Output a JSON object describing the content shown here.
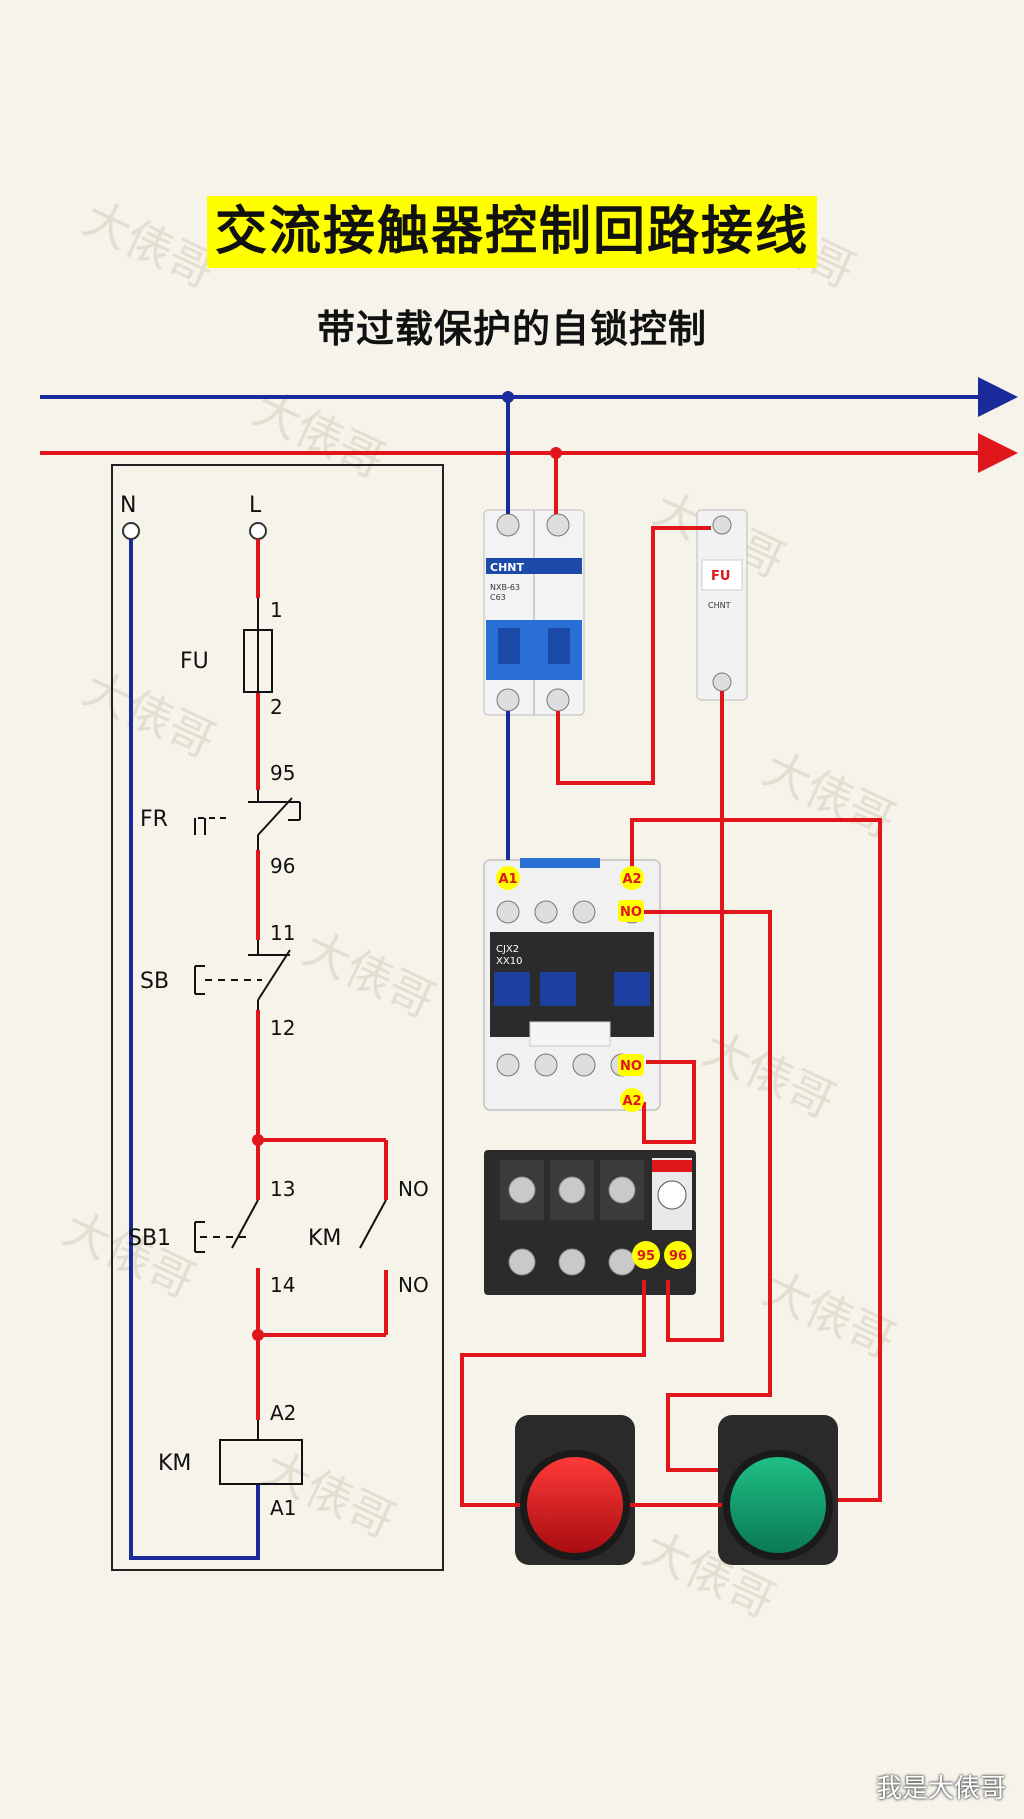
{
  "header": {
    "title": "交流接触器控制回路接线",
    "subtitle": "带过载保护的自锁控制"
  },
  "schematic": {
    "terminal_n": "N",
    "terminal_l": "L",
    "fuse_label": "FU",
    "fuse_top": "1",
    "fuse_bottom": "2",
    "fr_label": "FR",
    "fr_top": "95",
    "fr_bottom": "96",
    "sb_label": "SB",
    "sb_top": "11",
    "sb_bottom": "12",
    "sb1_label": "SB1",
    "sb1_top": "13",
    "sb1_bottom": "14",
    "km_contact_label": "KM",
    "no_top": "NO",
    "no_bottom": "NO",
    "coil_label": "KM",
    "coil_top": "A2",
    "coil_bottom": "A1"
  },
  "devices": {
    "breaker_brand": "CHNT",
    "breaker_model": "NXB-63",
    "breaker_rating": "C63",
    "fuse_holder_label": "FU",
    "fuse_brand": "CHNT",
    "contactor_model": "CJX2",
    "contactor_sub": "XX10",
    "tag_a1": "A1",
    "tag_a2_top": "A2",
    "tag_no_top": "NO",
    "tag_no_bottom": "NO",
    "tag_a2_bottom": "A2",
    "tag_95": "95",
    "tag_96": "96"
  },
  "watermark": "大俵哥",
  "footer": "我是大俵哥",
  "colors": {
    "neutral": "#1a2a9a",
    "live": "#e0161b",
    "highlight": "#ffff00",
    "background": "#f6f3ea"
  }
}
